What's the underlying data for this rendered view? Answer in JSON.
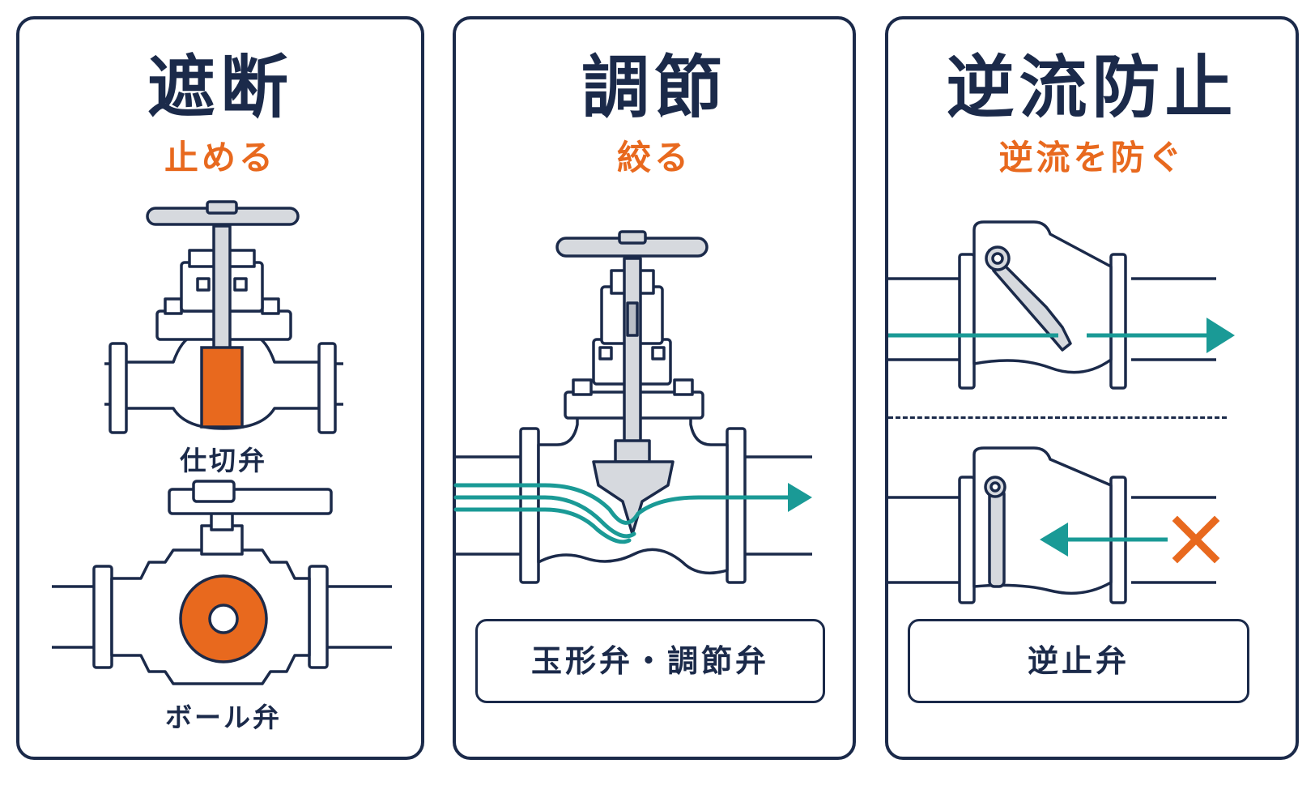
{
  "colors": {
    "navy": "#1b2a4a",
    "accent": "#e8691e",
    "flow": "#1a9a96",
    "metal": "#d6d9de",
    "metal_dark": "#b9bec6"
  },
  "panels": [
    {
      "title": "遮断",
      "subtitle": "止める",
      "captions": [
        "仕切弁",
        "ボール弁"
      ]
    },
    {
      "title": "調節",
      "subtitle": "絞る",
      "label": "玉形弁・調節弁"
    },
    {
      "title": "逆流防止",
      "subtitle": "逆流を防ぐ",
      "label": "逆止弁"
    }
  ],
  "icons": {
    "gate_valve": "gate-valve-icon",
    "ball_valve": "ball-valve-icon",
    "globe_valve": "globe-valve-icon",
    "check_valve_open": "check-valve-open-icon",
    "check_valve_closed": "check-valve-closed-icon",
    "forward_flow": "arrow-right-icon",
    "blocked_flow": "cross-icon"
  }
}
